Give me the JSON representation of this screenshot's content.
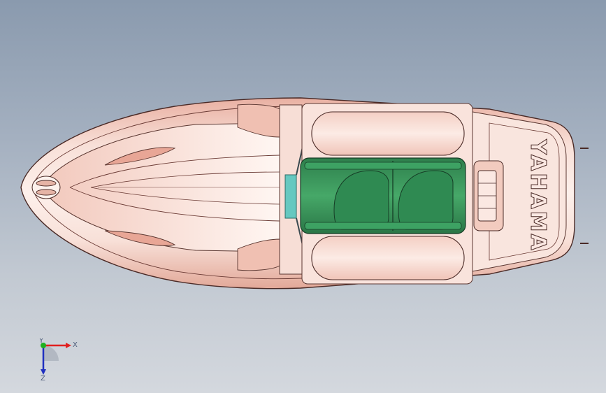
{
  "viewport": {
    "background_top": "#8a9aae",
    "background_bottom": "#d4d8de"
  },
  "model": {
    "name": "jet-boat",
    "hull_color": "#f6d6cc",
    "hull_shade": "#e2a898",
    "deck_color": "#fbe8e1",
    "seat_color": "#3a9a5e",
    "seat_dark": "#1f6b3d",
    "accent_cyan": "#66c8c0",
    "outline": "#4a2a26",
    "brand_text": "YAHAMA"
  },
  "triad": {
    "x_label": "X",
    "y_label": "Y",
    "z_label": "Z",
    "x_color": "#e02020",
    "y_color": "#20b020",
    "z_color": "#2030c0"
  }
}
